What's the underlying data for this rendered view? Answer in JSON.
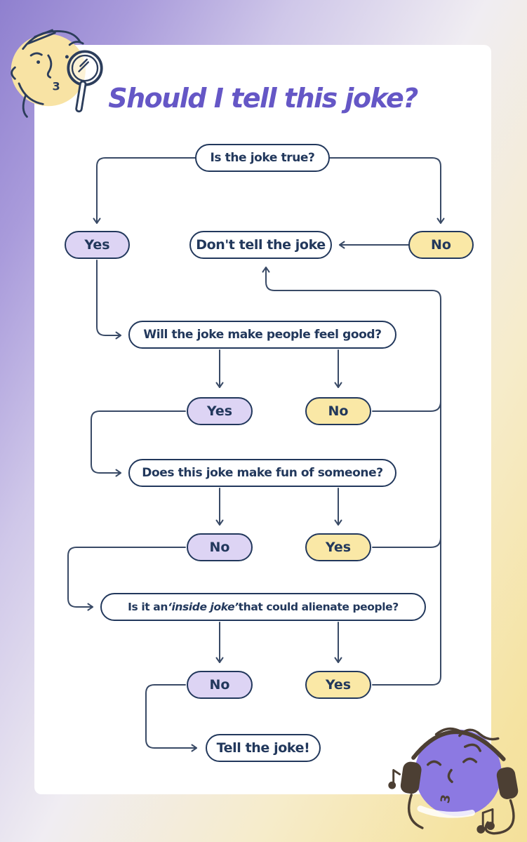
{
  "title": "Should I tell this joke?",
  "colors": {
    "background_top_left": "#8F80CF",
    "background_bottom_right": "#F4E09A",
    "card": "#FFFFFF",
    "title_text": "#6557C6",
    "navy_text_and_borders": "#22385C",
    "pill_lavender": "#DDD4F4",
    "pill_yellow": "#FAE8A6",
    "connector_line": "#394A66",
    "character_face_yellow": "#F8E3A4",
    "character_head_purple": "#8C79E2"
  },
  "nodes": {
    "q1": {
      "label": "Is the joke true?",
      "variant": "outline"
    },
    "yes1": {
      "label": "Yes",
      "variant": "lavender"
    },
    "dont": {
      "label": "Don't tell the joke",
      "variant": "outline"
    },
    "no1": {
      "label": "No",
      "variant": "yellow"
    },
    "q2": {
      "label": "Will the joke make people feel good?",
      "variant": "outline"
    },
    "yes2": {
      "label": "Yes",
      "variant": "lavender"
    },
    "no2": {
      "label": "No",
      "variant": "yellow"
    },
    "q3": {
      "label": "Does this joke make fun of someone?",
      "variant": "outline"
    },
    "no3": {
      "label": "No",
      "variant": "lavender"
    },
    "yes3": {
      "label": "Yes",
      "variant": "yellow"
    },
    "q4": {
      "prefix": "Is it an ",
      "emphasis": "‘inside joke’",
      "suffix": " that could alienate people?",
      "variant": "outline"
    },
    "no4": {
      "label": "No",
      "variant": "lavender"
    },
    "yes4": {
      "label": "Yes",
      "variant": "yellow"
    },
    "tell": {
      "label": "Tell the joke!",
      "variant": "outline"
    }
  },
  "edges": [
    {
      "from": "q1",
      "to": "yes1"
    },
    {
      "from": "q1",
      "to": "no1"
    },
    {
      "from": "no1",
      "to": "dont"
    },
    {
      "from": "yes1",
      "to": "q2"
    },
    {
      "from": "q2",
      "to": "yes2"
    },
    {
      "from": "q2",
      "to": "no2"
    },
    {
      "from": "no2",
      "to": "dont"
    },
    {
      "from": "yes2",
      "to": "q3"
    },
    {
      "from": "q3",
      "to": "no3"
    },
    {
      "from": "q3",
      "to": "yes3"
    },
    {
      "from": "yes3",
      "to": "dont"
    },
    {
      "from": "no3",
      "to": "q4"
    },
    {
      "from": "q4",
      "to": "no4"
    },
    {
      "from": "q4",
      "to": "yes4"
    },
    {
      "from": "yes4",
      "to": "dont"
    },
    {
      "from": "no4",
      "to": "tell"
    }
  ],
  "characters": [
    {
      "name": "curious-face-with-magnifying-glass",
      "position": "top-left"
    },
    {
      "name": "person-with-headphones-whistling",
      "position": "bottom-right"
    }
  ]
}
